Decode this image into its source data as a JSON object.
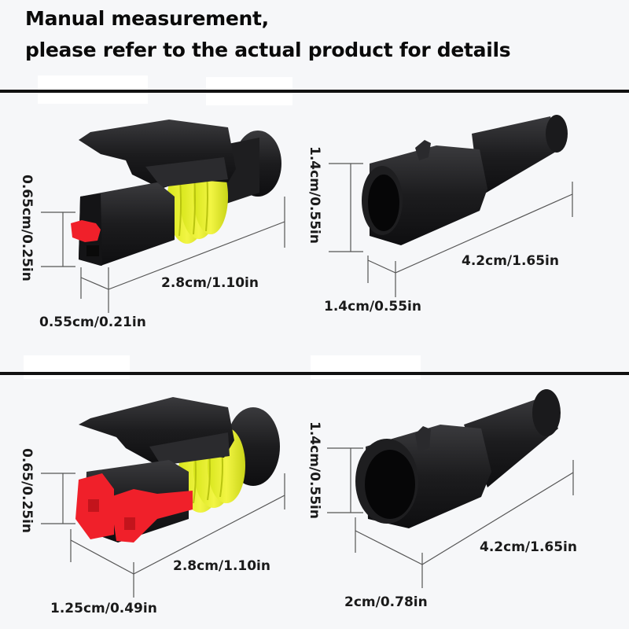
{
  "header": {
    "line1": "Manual measurement,",
    "line2": "please refer to the actual product for details"
  },
  "colors": {
    "connector_body": "#1c1c1e",
    "seal_yellow": "#e9f02a",
    "terminal_red": "#f0202a",
    "divider": "#111111",
    "dimension_line": "#555555",
    "background": "#f6f7f9"
  },
  "panels": [
    {
      "id": "female-1pin",
      "product": "1-pin female connector (black housing, yellow seal, red lock)",
      "dimensions": {
        "height": "0.65cm/0.25in",
        "width": "0.55cm/0.21in",
        "length": "2.8cm/1.10in"
      }
    },
    {
      "id": "male-1pin",
      "product": "1-pin male connector (black housing)",
      "dimensions": {
        "height": "1.4cm/0.55in",
        "width": "1.4cm/0.55in",
        "length": "4.2cm/1.65in"
      }
    },
    {
      "id": "female-2pin",
      "product": "2-pin female connector (black housing, yellow seal, red lock)",
      "dimensions": {
        "height": "0.65/0.25in",
        "width": "1.25cm/0.49in",
        "length": "2.8cm/1.10in"
      }
    },
    {
      "id": "male-2pin",
      "product": "2-pin male connector (black housing)",
      "dimensions": {
        "height": "1.4cm/0.55in",
        "width": "2cm/0.78in",
        "length": "4.2cm/1.65in"
      }
    }
  ]
}
